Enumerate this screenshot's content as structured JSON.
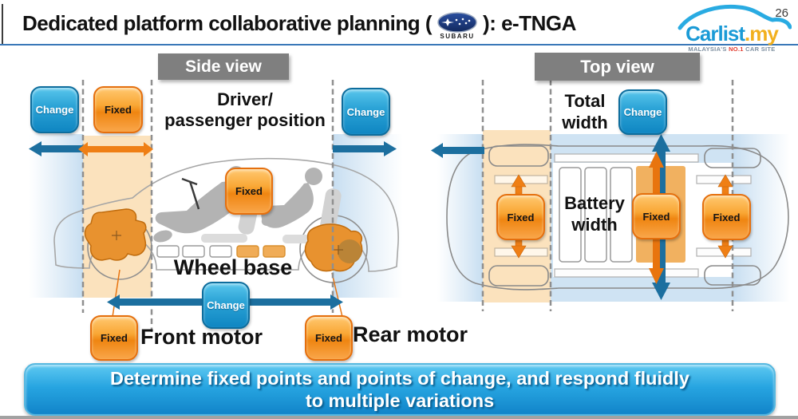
{
  "slide": {
    "title_prefix": "Dedicated platform collaborative planning (",
    "title_suffix": "): e-TNGA",
    "page_number": "26"
  },
  "logos": {
    "subaru_label": "SUBARU",
    "carlist": {
      "brand": "Carlist",
      "dot_tld": ".my",
      "tagline_prefix": "MALAYSIA'S",
      "tagline_no1": "NO.1",
      "tagline_suffix": "CAR SITE"
    }
  },
  "labels": {
    "change": "Change",
    "fixed": "Fixed"
  },
  "side_view": {
    "header": "Side view",
    "driver_position_line1": "Driver/",
    "driver_position_line2": "passenger position",
    "wheel_base": "Wheel base",
    "front_motor": "Front motor",
    "rear_motor": "Rear motor"
  },
  "top_view": {
    "header": "Top view",
    "total_width_line1": "Total",
    "total_width_line2": "width",
    "battery_width_line1": "Battery",
    "battery_width_line2": "width"
  },
  "banner": {
    "line1": "Determine fixed points and points of change, and respond fluidly",
    "line2": "to multiple variations"
  },
  "colors": {
    "change_blue": "#1a8fc8",
    "fixed_orange": "#f7941d",
    "arrow_blue": "#1c6f9f",
    "arrow_orange": "#ef7f15",
    "band_orange": "#fbe2bd",
    "band_blue": "#cfe3f3",
    "header_gray": "#7f7f7f",
    "banner_blue": "#27a5e1",
    "carlist_blue": "#1a9ad6",
    "carlist_yellow": "#f2b01e"
  }
}
